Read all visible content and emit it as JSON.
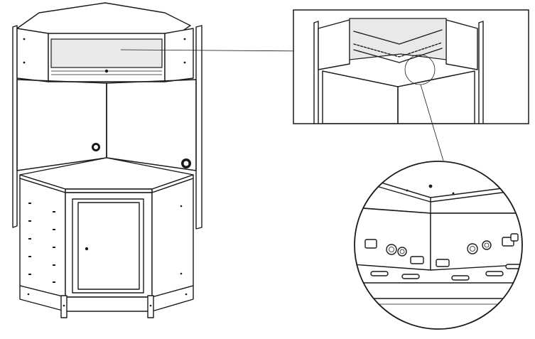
{
  "diagram": {
    "subject": "corner-workbench-cabinet",
    "views": [
      "main-view",
      "detail-inset",
      "zoom-magnifier-circle"
    ],
    "stroke_color": "#1a1a1a",
    "background_color": "#ffffff",
    "pegboard_hole_color": "#1a1a1a"
  }
}
